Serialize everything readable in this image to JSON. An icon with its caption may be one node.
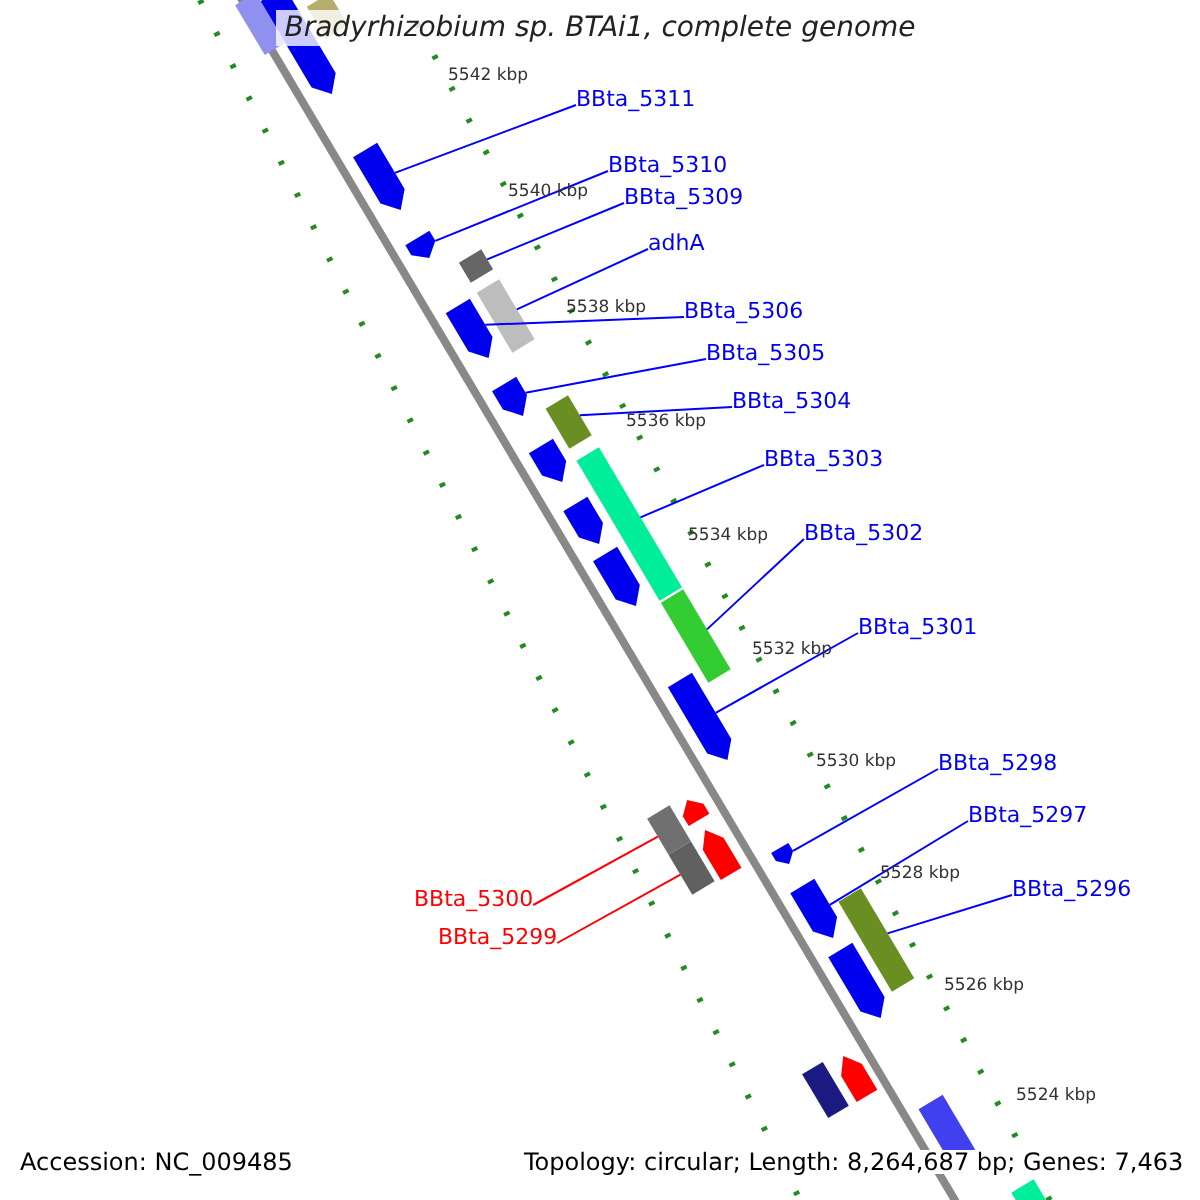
{
  "diagram": {
    "title": "Bradyrhizobium sp. BTAi1, complete genome",
    "nodes": [
      {
        "text": [
          "BBta_5311"
        ]
      },
      {
        "text": [
          "BBta_5310"
        ]
      },
      {
        "text": [
          "BBta_5309"
        ]
      },
      {
        "text": [
          "adhA"
        ]
      },
      {
        "text": [
          "BBta_5306"
        ]
      },
      {
        "text": [
          "BBta_5305"
        ]
      },
      {
        "text": [
          "BBta_5304"
        ]
      },
      {
        "text": [
          "BBta_5303"
        ]
      },
      {
        "text": [
          "BBta_5302"
        ]
      },
      {
        "text": [
          "BBta_5301"
        ]
      },
      {
        "text": [
          "BBta_5298"
        ]
      },
      {
        "text": [
          "BBta_5297"
        ]
      },
      {
        "text": [
          "BBta_5296"
        ]
      },
      {
        "text": [
          "BBta_5300"
        ]
      },
      {
        "text": [
          "BBta_5299"
        ]
      },
      {
        "text": [],
        "shape": "arrow"
      },
      {
        "text": [],
        "shape": "arrow"
      },
      {
        "text": [],
        "shape": "bar"
      },
      {
        "text": [],
        "shape": "bar"
      },
      {
        "text": [],
        "shape": "arrow"
      },
      {
        "text": [],
        "shape": "arrow"
      },
      {
        "text": [],
        "shape": "bar"
      },
      {
        "text": [],
        "shape": "bar"
      },
      {
        "text": [],
        "shape": "bar"
      },
      {
        "text": [],
        "shape": "arrow"
      },
      {
        "text": [],
        "shape": "bar"
      },
      {
        "text": [],
        "shape": "arrow"
      },
      {
        "text": [],
        "shape": "bar"
      },
      {
        "text": [],
        "shape": "arrow"
      },
      {
        "text": [],
        "shape": "bar"
      }
    ],
    "edges": [
      {
        "from": 0,
        "to": 15,
        "arrow": "none"
      },
      {
        "from": 1,
        "to": 16,
        "arrow": "none"
      },
      {
        "from": 2,
        "to": 17,
        "arrow": "none"
      },
      {
        "from": 3,
        "to": 18,
        "arrow": "none"
      },
      {
        "from": 4,
        "to": 19,
        "arrow": "none"
      },
      {
        "from": 5,
        "to": 20,
        "arrow": "none"
      },
      {
        "from": 6,
        "to": 21,
        "arrow": "none"
      },
      {
        "from": 7,
        "to": 22,
        "arrow": "none"
      },
      {
        "from": 8,
        "to": 23,
        "arrow": "none"
      },
      {
        "from": 9,
        "to": 24,
        "arrow": "none"
      },
      {
        "from": 10,
        "to": 26,
        "arrow": "none"
      },
      {
        "from": 11,
        "to": 28,
        "arrow": "none"
      },
      {
        "from": 12,
        "to": 29,
        "arrow": "none"
      },
      {
        "from": 13,
        "to": 25,
        "arrow": "none",
        "color": "#ff0000"
      },
      {
        "from": 14,
        "to": 27,
        "arrow": "none",
        "color": "#ff0000"
      }
    ],
    "labels": [
      "5542 kbp",
      "5540 kbp",
      "5538 kbp",
      "5536 kbp",
      "5534 kbp",
      "5532 kbp",
      "5530 kbp",
      "5528 kbp",
      "5526 kbp",
      "5524 kbp",
      "Accession: NC_009485",
      "Topology: circular; Length: 8,264,687 bp; Genes: 7,463"
    ]
  }
}
